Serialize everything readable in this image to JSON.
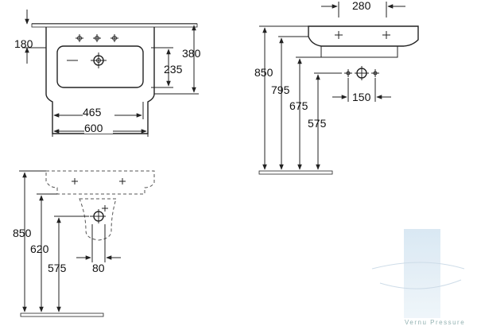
{
  "top_view": {
    "dim_depth": "180",
    "dim_height": "380",
    "dim_bowl": "235",
    "dim_inner_width": "465",
    "dim_width": "600"
  },
  "side_view": {
    "dim_tap_spacing": "280",
    "dim_rim_height": "850",
    "dim_bowl_bottom": "795",
    "dim_waste": "675",
    "dim_trap": "575",
    "dim_fixing": "150"
  },
  "front_view": {
    "dim_rim_height": "850",
    "dim_pedestal": "620",
    "dim_trap": "575",
    "dim_outlet": "80"
  },
  "watermark": {
    "text": "Vernu Pressure",
    "color": "#bcd6e8"
  }
}
